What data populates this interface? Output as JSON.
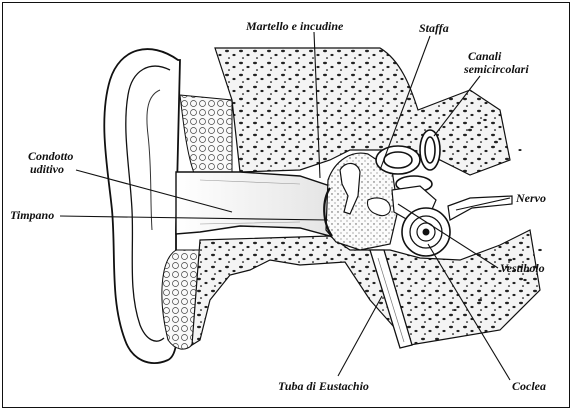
{
  "labels": {
    "martello": "Martello e incudine",
    "staffa": "Staffa",
    "canali": "Canali semicircolari",
    "canali_line1": "Canali",
    "canali_line2": "semicircolari",
    "condotto_line1": "Condotto",
    "condotto_line2": "uditivo",
    "nervo": "Nervo",
    "timpano": "Timpano",
    "vestibolo": "Vestibolo",
    "tuba": "Tuba di Eustachio",
    "coclea": "Coclea"
  },
  "colors": {
    "ink": "#111111",
    "bone": "#f4f4f4",
    "canal": "#e6e6e6"
  }
}
